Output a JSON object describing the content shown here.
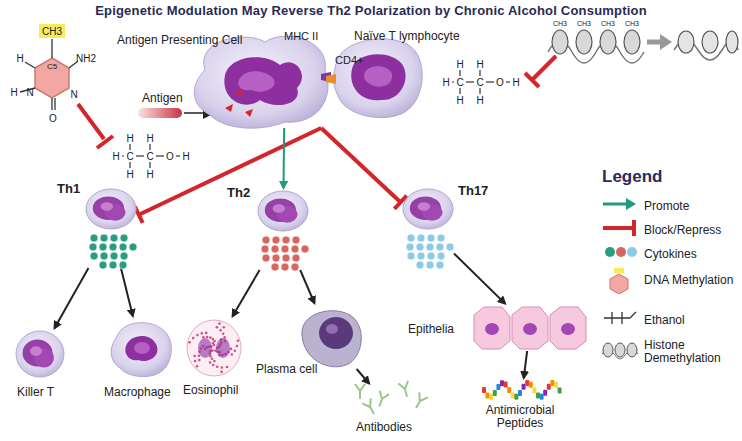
{
  "diagram": {
    "title": "Epigenetic Modulation May Reverse Th2 Polarization by Chronic Alcohol Consumption",
    "nodes": [
      {
        "text": [
          "Antigen Presenting Cell"
        ]
      },
      {
        "text": [
          "Naïve T lymphocyte"
        ]
      },
      {
        "text": [
          "Th1"
        ]
      },
      {
        "text": [
          "Th2"
        ]
      },
      {
        "text": [
          "Th17"
        ]
      },
      {
        "text": [
          "Killer T"
        ]
      },
      {
        "text": [
          "Macrophage"
        ]
      },
      {
        "text": [
          "Eosinophil"
        ]
      },
      {
        "text": [
          "Plasma cell"
        ]
      },
      {
        "text": [
          "Antibodies"
        ]
      },
      {
        "text": [
          "Epithelia"
        ]
      },
      {
        "text": [
          "Antimicrobial Peptides"
        ]
      }
    ],
    "edges": [
      {
        "from": 0,
        "to": 2,
        "arrow": "to"
      },
      {
        "from": 0,
        "to": 3,
        "arrow": "to"
      },
      {
        "from": 0,
        "to": 4,
        "arrow": "to"
      },
      {
        "from": 2,
        "to": 5,
        "arrow": "to"
      },
      {
        "from": 2,
        "to": 6,
        "arrow": "to"
      },
      {
        "from": 3,
        "to": 7,
        "arrow": "to"
      },
      {
        "from": 3,
        "to": 8,
        "arrow": "to"
      },
      {
        "from": 8,
        "to": 9,
        "arrow": "to"
      },
      {
        "from": 4,
        "to": 10,
        "arrow": "to"
      },
      {
        "from": 10,
        "to": 11,
        "arrow": "to"
      }
    ],
    "labels": [
      "Antigen",
      "MHC II",
      "CD4+",
      "CH3",
      "C5",
      "NH2",
      "N",
      "O",
      "N",
      "H",
      "H",
      "H",
      "H",
      "H",
      "C",
      "C",
      "H",
      "H",
      "O",
      "H",
      "H",
      "H",
      "H",
      "C",
      "C",
      "H",
      "H",
      "O",
      "H",
      "CH3",
      "CH3",
      "CH3",
      "CH3",
      "Legend"
    ],
    "legend": [
      {
        "text": "Promote"
      },
      {
        "text": "Block/Repress"
      },
      {
        "text": "Cytokines"
      },
      {
        "text": "DNA Methylation"
      },
      {
        "text": "Ethanol"
      },
      {
        "text": "Histone Demethylation"
      }
    ]
  }
}
